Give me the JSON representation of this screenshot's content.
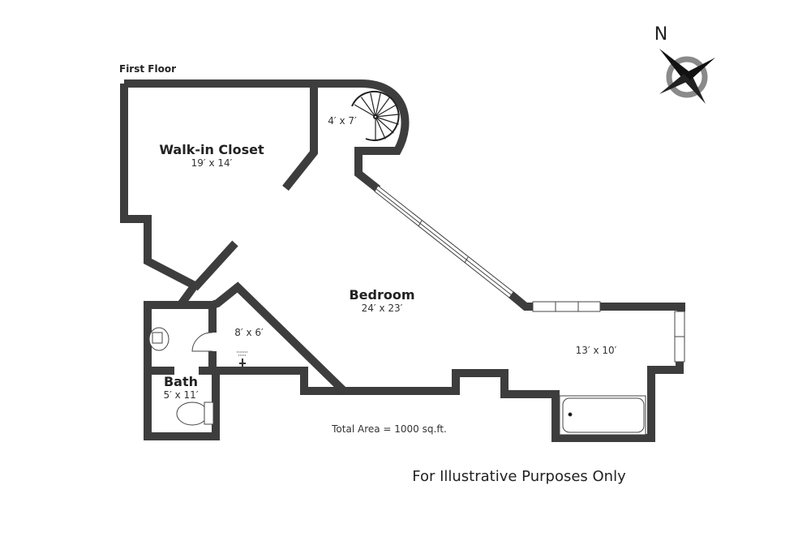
{
  "floor_label": "First Floor",
  "compass": {
    "letter": "N",
    "icon": "compass-rose-icon"
  },
  "rooms": [
    {
      "name": "Walk-in Closet",
      "dims": "19′ x 14′"
    },
    {
      "name": "",
      "dims": "4′ x 7′"
    },
    {
      "name": "Bedroom",
      "dims": "24′ x 23′"
    },
    {
      "name": "",
      "dims": "8′ x 6′"
    },
    {
      "name": "Bath",
      "dims": "5′ x 11′"
    },
    {
      "name": "",
      "dims": "13′ x 10′"
    }
  ],
  "total_area": "Total Area = 1000 sq.ft.",
  "disclaimer": "For Illustrative Purposes Only",
  "colors": {
    "wall": "#3d3d3d",
    "compass_ring": "#8a8a8a"
  }
}
